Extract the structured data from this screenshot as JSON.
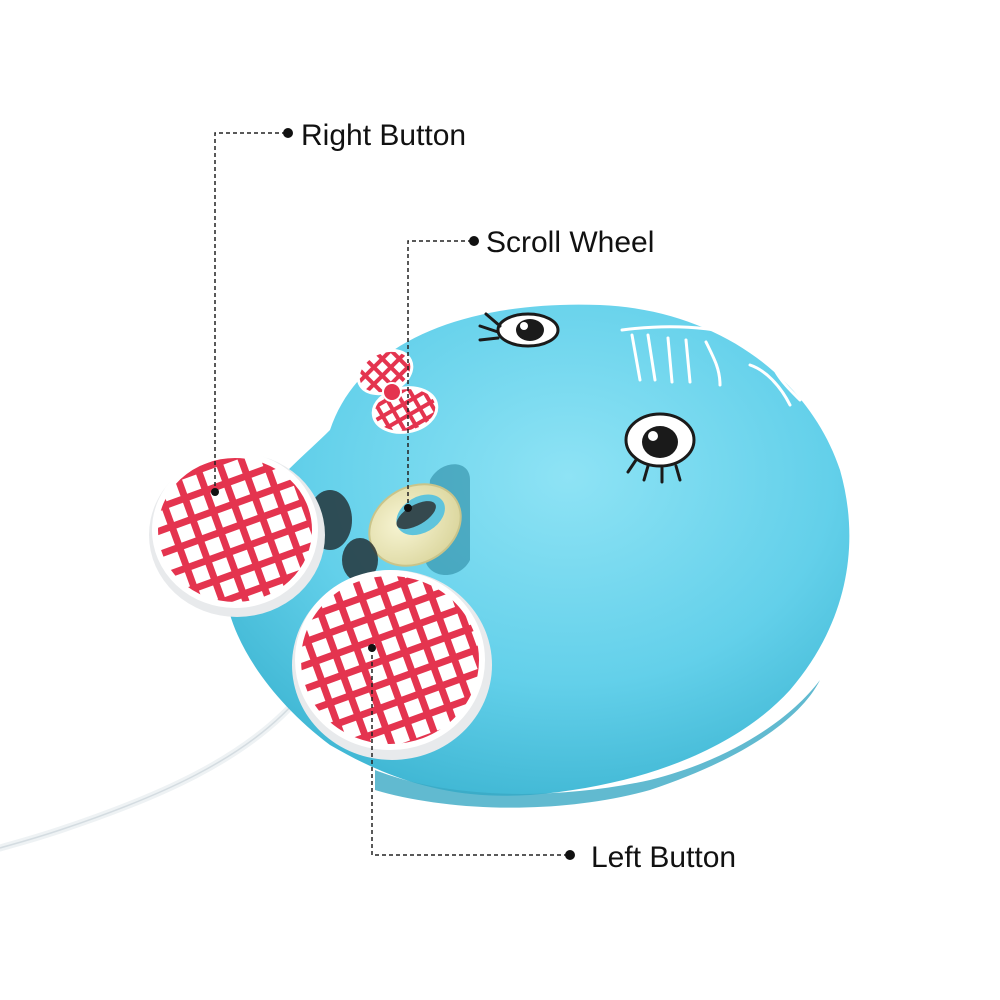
{
  "callouts": {
    "right_button": "Right Button",
    "scroll_wheel": "Scroll Wheel",
    "left_button": "Left Button"
  },
  "colors": {
    "body": "#66d3ec",
    "body_shadow": "#3fb7d4",
    "button_red": "#e4344f",
    "button_rim": "#f2f2f2",
    "wheel": "#ece9b8",
    "cable": "#eef2f4",
    "leader_line": "#222222"
  }
}
